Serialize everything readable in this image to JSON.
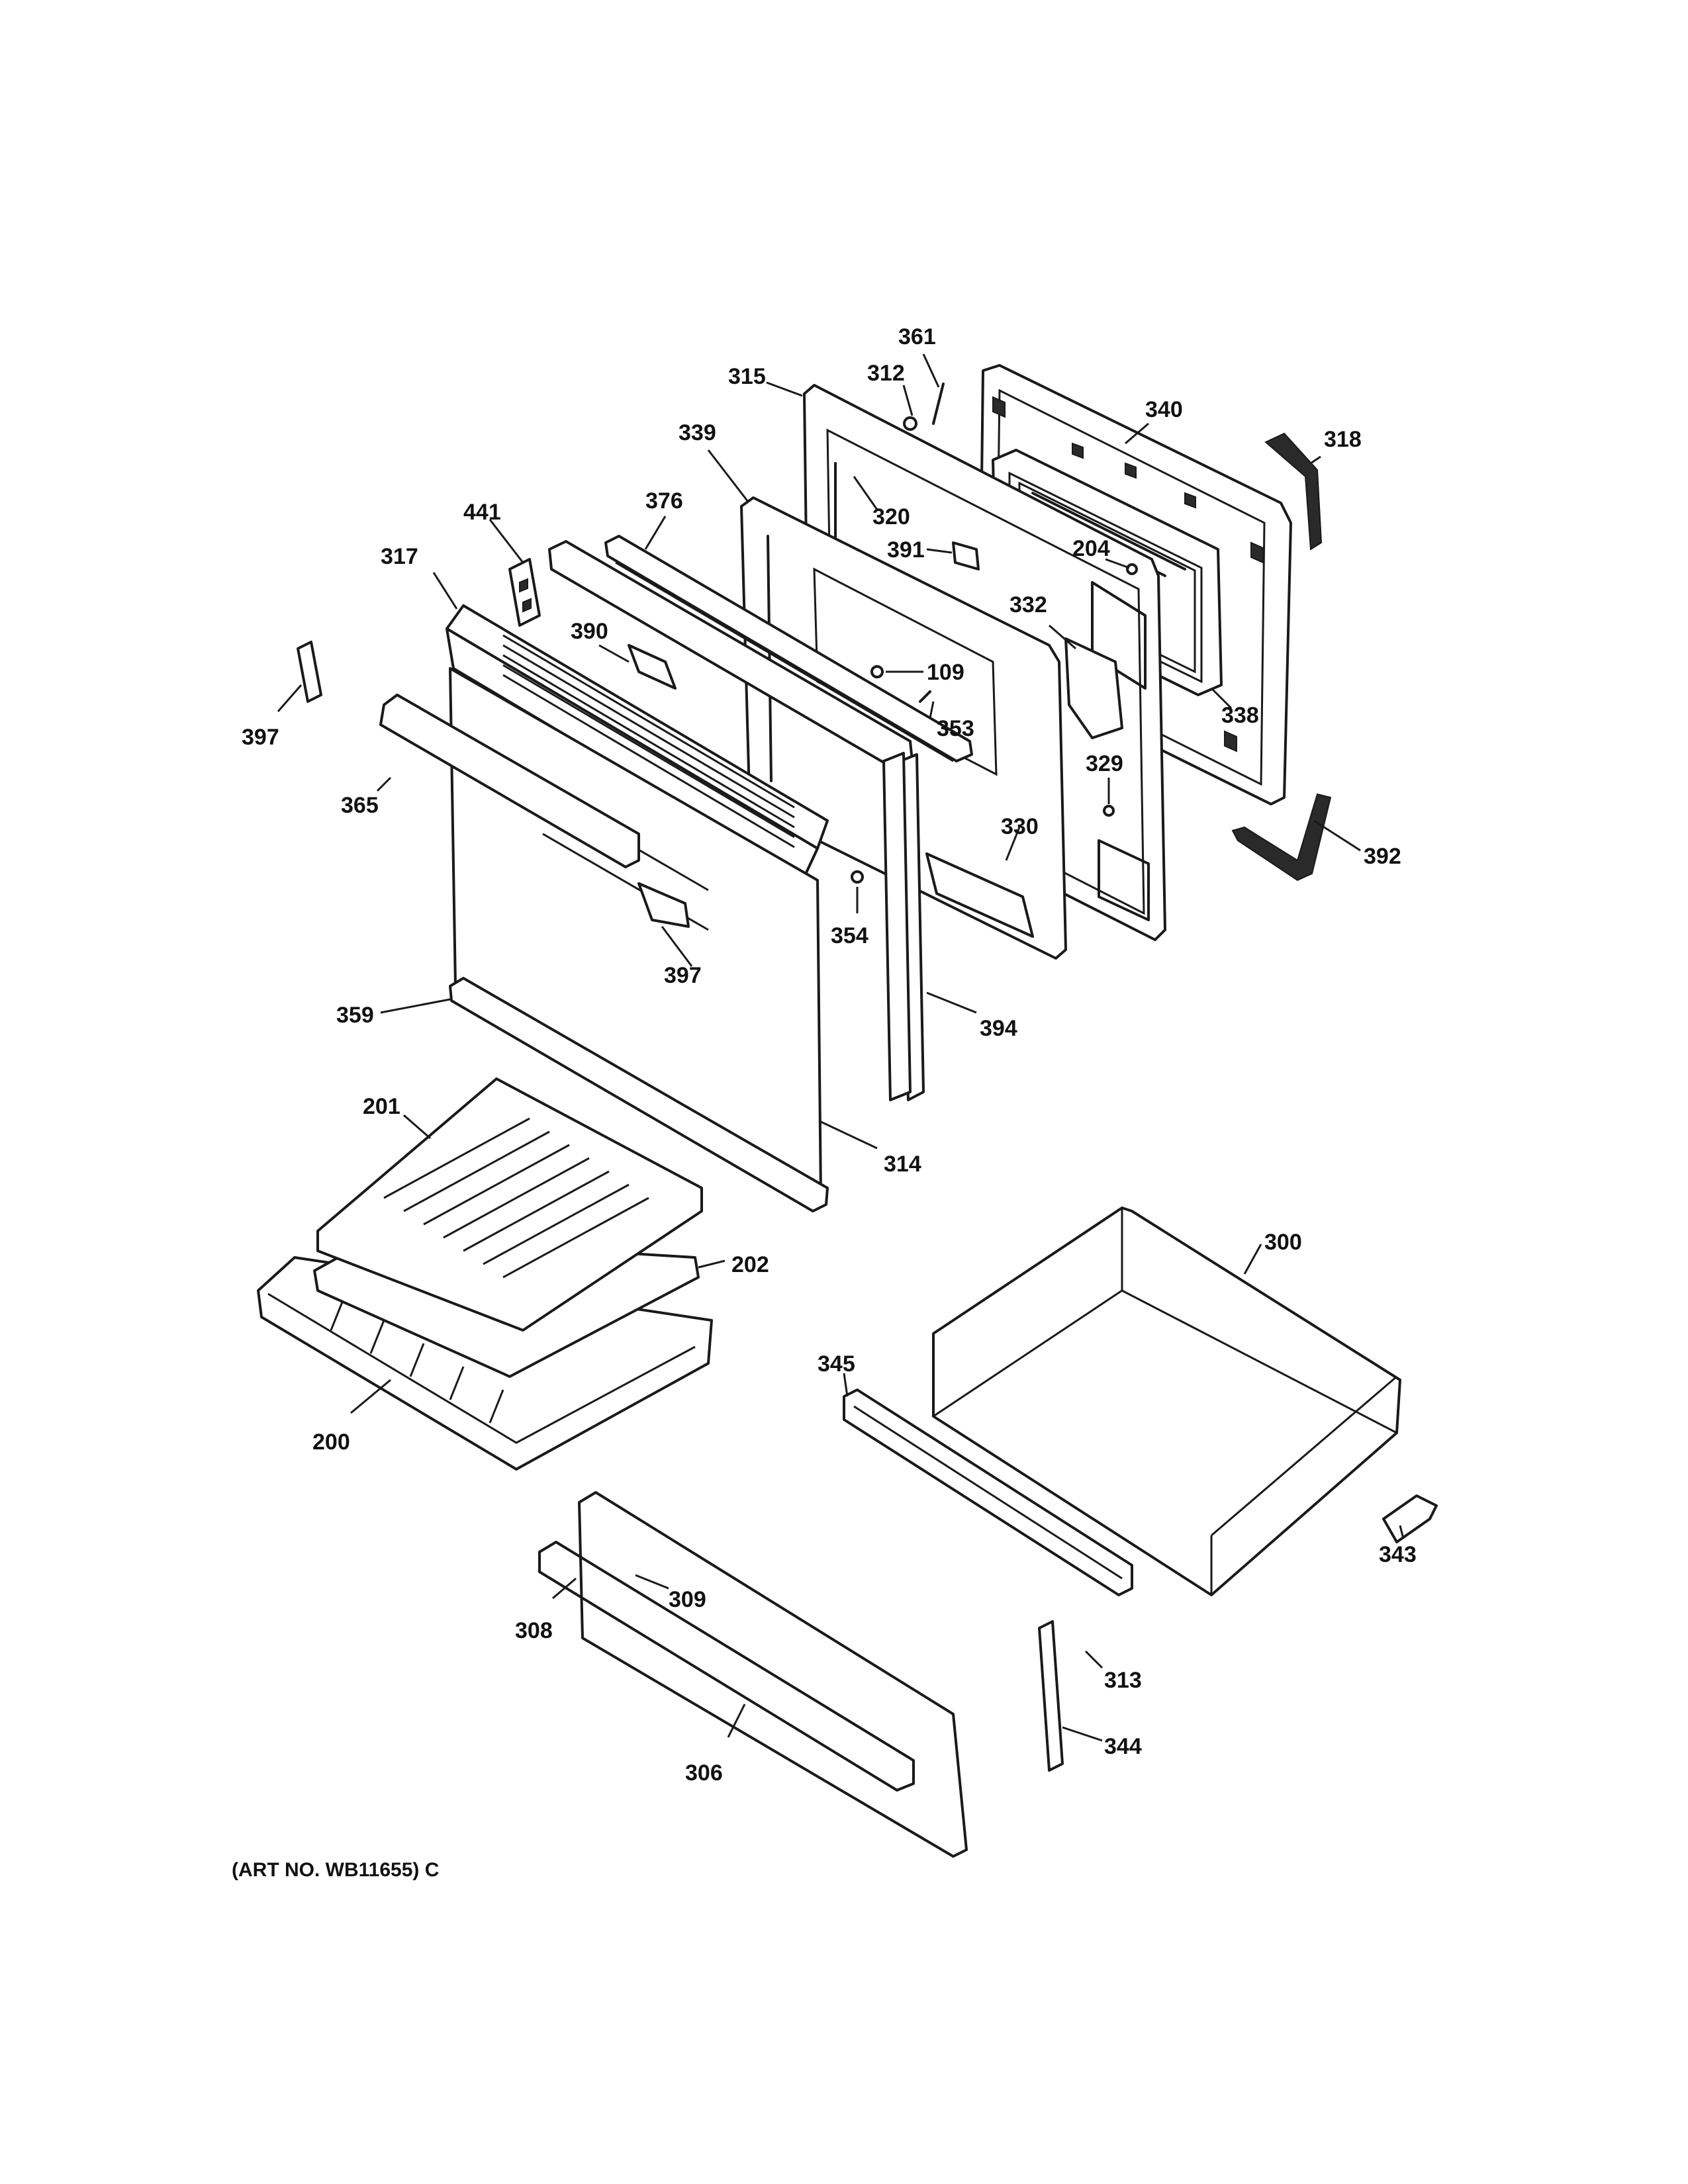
{
  "callouts": [
    {
      "id": "361",
      "text": "361"
    },
    {
      "id": "312",
      "text": "312"
    },
    {
      "id": "315",
      "text": "315"
    },
    {
      "id": "340",
      "text": "340"
    },
    {
      "id": "339",
      "text": "339"
    },
    {
      "id": "318",
      "text": "318"
    },
    {
      "id": "441",
      "text": "441"
    },
    {
      "id": "376",
      "text": "376"
    },
    {
      "id": "320",
      "text": "320"
    },
    {
      "id": "317",
      "text": "317"
    },
    {
      "id": "391",
      "text": "391"
    },
    {
      "id": "204",
      "text": "204"
    },
    {
      "id": "390",
      "text": "390"
    },
    {
      "id": "332",
      "text": "332"
    },
    {
      "id": "109",
      "text": "109"
    },
    {
      "id": "397a",
      "text": "397"
    },
    {
      "id": "338",
      "text": "338"
    },
    {
      "id": "353",
      "text": "353"
    },
    {
      "id": "329",
      "text": "329"
    },
    {
      "id": "365",
      "text": "365"
    },
    {
      "id": "330",
      "text": "330"
    },
    {
      "id": "392",
      "text": "392"
    },
    {
      "id": "354",
      "text": "354"
    },
    {
      "id": "397b",
      "text": "397"
    },
    {
      "id": "359",
      "text": "359"
    },
    {
      "id": "394",
      "text": "394"
    },
    {
      "id": "201",
      "text": "201"
    },
    {
      "id": "314",
      "text": "314"
    },
    {
      "id": "300",
      "text": "300"
    },
    {
      "id": "202",
      "text": "202"
    },
    {
      "id": "345",
      "text": "345"
    },
    {
      "id": "200",
      "text": "200"
    },
    {
      "id": "343",
      "text": "343"
    },
    {
      "id": "309",
      "text": "309"
    },
    {
      "id": "308",
      "text": "308"
    },
    {
      "id": "313",
      "text": "313"
    },
    {
      "id": "344",
      "text": "344"
    },
    {
      "id": "306",
      "text": "306"
    }
  ],
  "art_number": "(ART NO. WB11655) C"
}
